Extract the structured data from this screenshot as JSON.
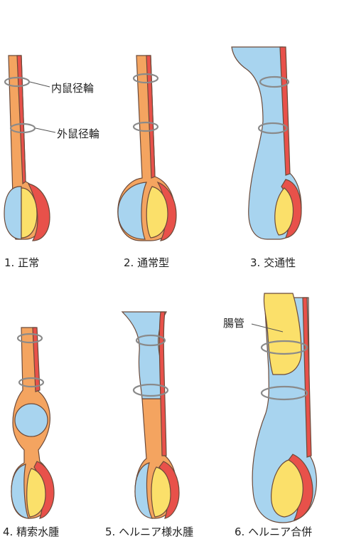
{
  "diagram": {
    "labels": {
      "internal_ring": "内鼠径輪",
      "external_ring": "外鼠径輪",
      "intestine": "腸管"
    },
    "panels": [
      {
        "number": "1.",
        "caption": "正常"
      },
      {
        "number": "2.",
        "caption": "通常型"
      },
      {
        "number": "3.",
        "caption": "交通性"
      },
      {
        "number": "4.",
        "caption": "精索水腫"
      },
      {
        "number": "5.",
        "caption": "ヘルニア様水腫"
      },
      {
        "number": "6.",
        "caption": "ヘルニア合併"
      }
    ],
    "colors": {
      "process_orange": "#f4a460",
      "fluid_blue": "#a8d4ef",
      "testis_yellow": "#fbe06a",
      "vessel_red": "#e8514a",
      "outline": "#6b4a3a",
      "ring": "#8a8a8a"
    }
  }
}
